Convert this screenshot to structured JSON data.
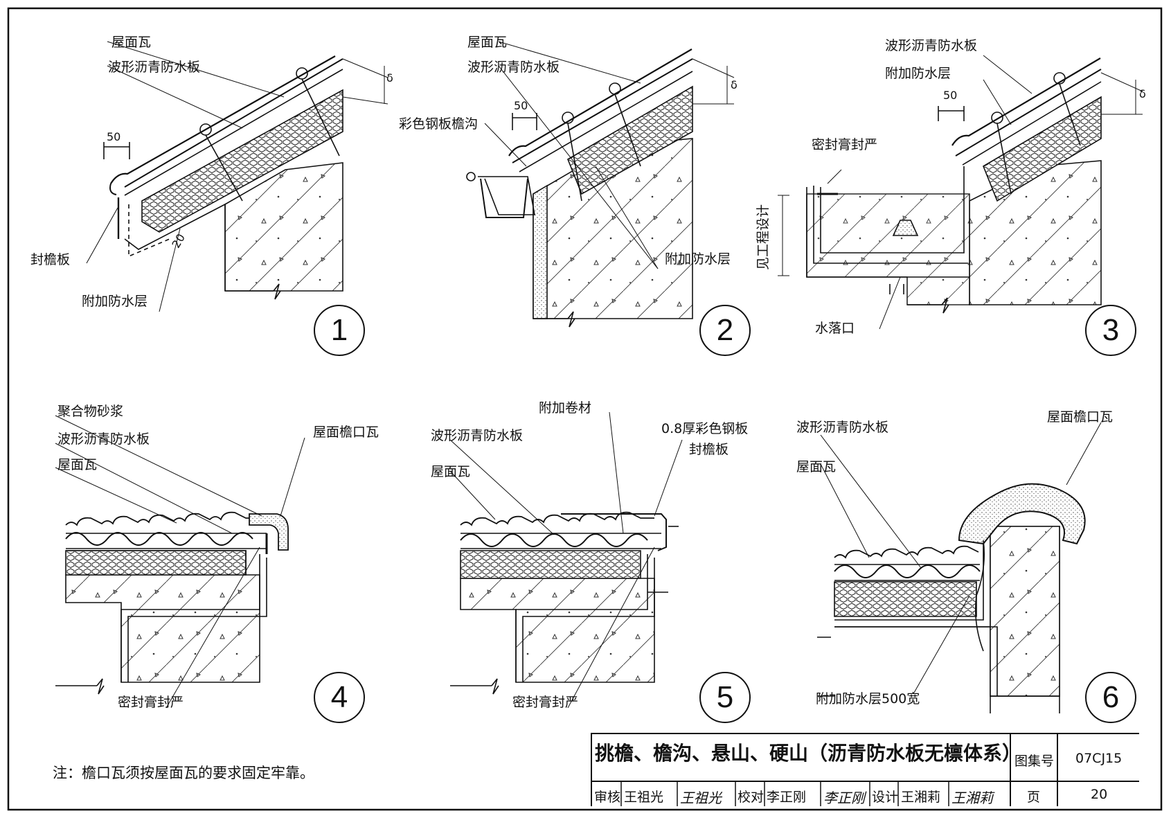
{
  "details": [
    {
      "number": "1",
      "labels": {
        "roof_tile": "屋面瓦",
        "corrugated_board": "波形沥青防水板",
        "fascia": "封檐板",
        "extra_layer": "附加防水层",
        "dim_50": "50",
        "dim_20": "20",
        "delta": "δ"
      }
    },
    {
      "number": "2",
      "labels": {
        "roof_tile": "屋面瓦",
        "corrugated_board": "波形沥青防水板",
        "steel_gutter": "彩色钢板檐沟",
        "extra_layer": "附加防水层",
        "dim_50": "50",
        "delta": "δ"
      }
    },
    {
      "number": "3",
      "labels": {
        "corrugated_board": "波形沥青防水板",
        "extra_layer": "附加防水层",
        "sealant": "密封膏封严",
        "per_design": "见工程设计",
        "outlet": "水落口",
        "dim_50": "50",
        "delta": "δ"
      }
    },
    {
      "number": "4",
      "labels": {
        "polymer_mortar": "聚合物砂浆",
        "corrugated_board": "波形沥青防水板",
        "roof_tile": "屋面瓦",
        "eave_tile": "屋面檐口瓦",
        "sealant": "密封膏封严"
      }
    },
    {
      "number": "5",
      "labels": {
        "extra_membrane": "附加卷材",
        "corrugated_board": "波形沥青防水板",
        "steel_fascia_1": "0.8厚彩色钢板",
        "steel_fascia_2": "封檐板",
        "roof_tile": "屋面瓦",
        "sealant": "密封膏封严"
      }
    },
    {
      "number": "6",
      "labels": {
        "corrugated_board": "波形沥青防水板",
        "eave_tile": "屋面檐口瓦",
        "roof_tile": "屋面瓦",
        "extra_layer_500": "附加防水层500宽"
      }
    }
  ],
  "note": "注：檐口瓦须按屋面瓦的要求固定牢靠。",
  "title_block": {
    "title": "挑檐、檐沟、悬山、硬山（沥青防水板无檩体系）",
    "atlas_label": "图集号",
    "atlas_no": "07CJ15",
    "review_label": "审核",
    "reviewer": "王祖光",
    "reviewer_sig": "王祖光",
    "check_label": "校对",
    "checker": "李正刚",
    "checker_sig": "李正刚",
    "design_label": "设计",
    "designer": "王湘莉",
    "designer_sig": "王湘莉",
    "page_label": "页",
    "page_no": "20"
  }
}
